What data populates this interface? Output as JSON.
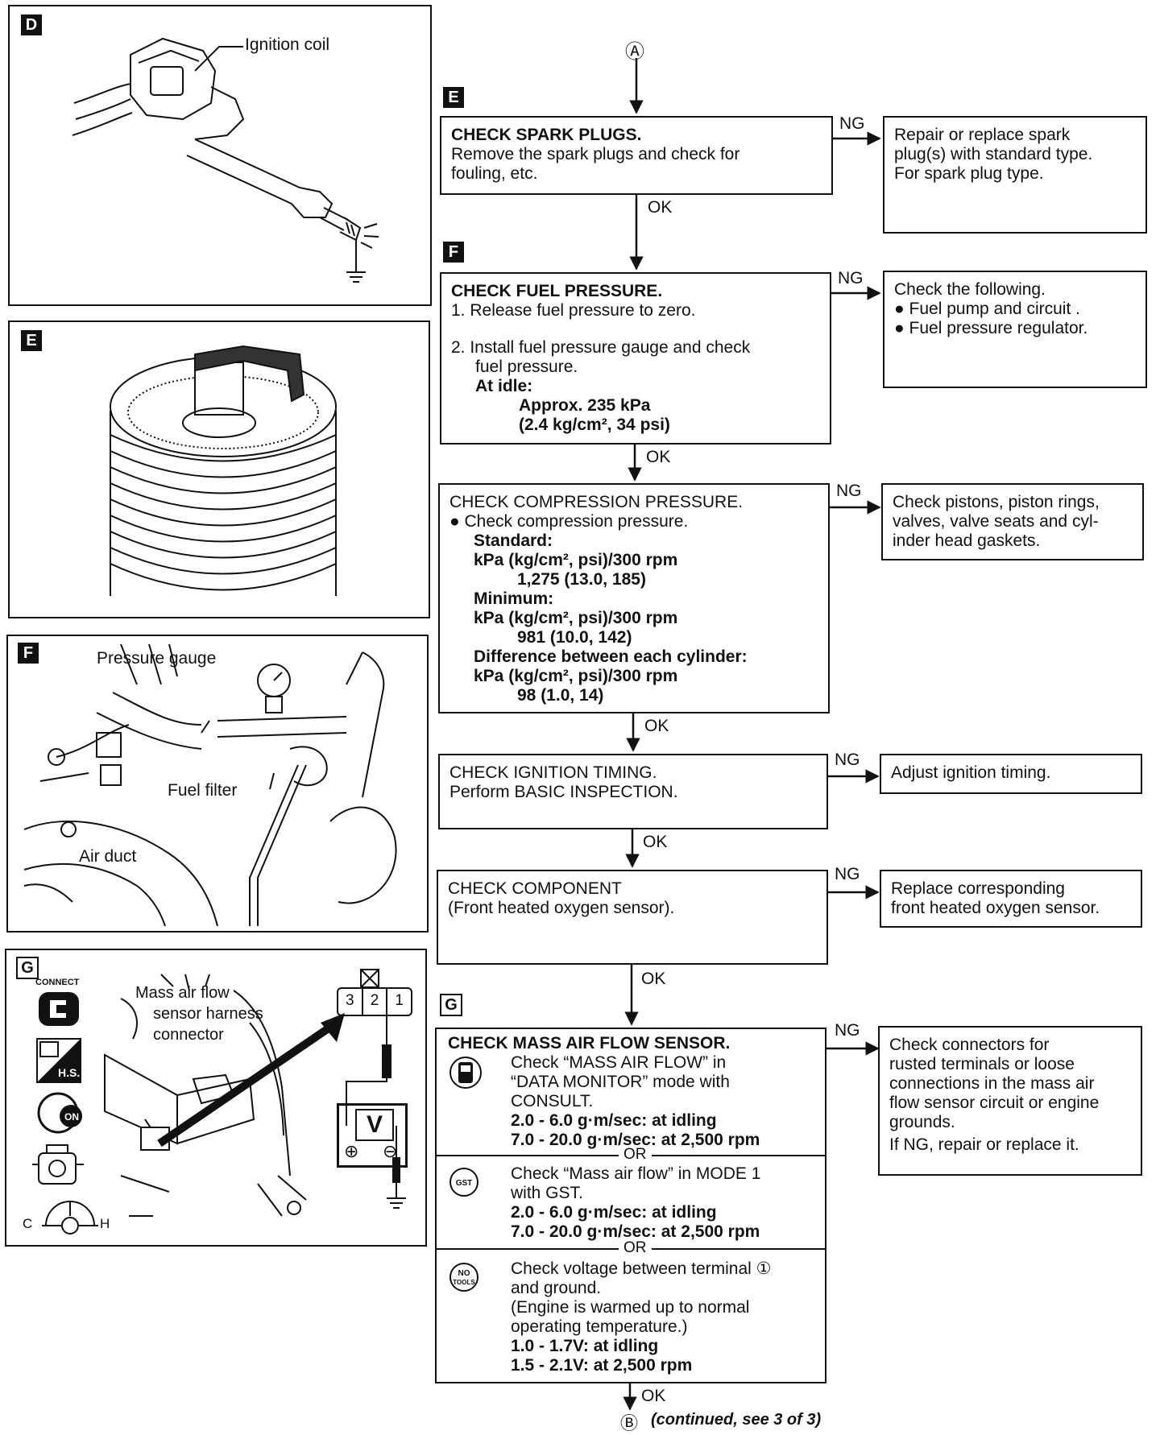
{
  "panels": {
    "d": {
      "tag": "D",
      "label_ignition_coil": "Ignition coil"
    },
    "e": {
      "tag": "E"
    },
    "f": {
      "tag": "F",
      "label_pressure_gauge": "Pressure gauge",
      "label_fuel_filter": "Fuel filter",
      "label_air_duct": "Air duct"
    },
    "g": {
      "tag": "G",
      "label_maf_1": "Mass air flow",
      "label_maf_2": "sensor harness",
      "label_maf_3": "connector",
      "icon_connect": "CONNECT",
      "icon_hs": "H.S.",
      "icon_on": "ON",
      "gauge_c": "C",
      "gauge_h": "H",
      "connector_pins": [
        "3",
        "2",
        "1"
      ],
      "meter": "V",
      "plus": "⊕",
      "minus": "⊖"
    }
  },
  "flow": {
    "start_marker": "Ⓐ",
    "end_marker": "Ⓑ",
    "continued": "(continued, see 3 of 3)",
    "ng": "NG",
    "ok": "OK",
    "or": "OR",
    "step_e": {
      "tag": "E",
      "title": "CHECK SPARK PLUGS.",
      "l1": "Remove the spark plugs and check for",
      "l2": "fouling, etc."
    },
    "ng_e": {
      "l1": "Repair or replace spark",
      "l2": "plug(s) with standard type.",
      "l3": "For spark plug type."
    },
    "step_f": {
      "tag": "F",
      "title": "CHECK FUEL PRESSURE.",
      "l1": "1.  Release fuel pressure to zero.",
      "l2": "2.  Install fuel pressure gauge and check",
      "l3": "fuel pressure.",
      "l4": "At idle:",
      "l5": "Approx. 235 kPa",
      "l6": "(2.4 kg/cm², 34 psi)"
    },
    "ng_f": {
      "l1": "Check the following.",
      "l2": "● Fuel pump and circuit .",
      "l3": "● Fuel pressure regulator."
    },
    "step_c": {
      "title": "CHECK COMPRESSION PRESSURE.",
      "l1": "●  Check compression pressure.",
      "l2": "Standard:",
      "l3": "kPa (kg/cm², psi)/300 rpm",
      "l4": "1,275 (13.0, 185)",
      "l5": "Minimum:",
      "l6": "kPa (kg/cm², psi)/300 rpm",
      "l7": "981 (10.0, 142)",
      "l8": "Difference between each cylinder:",
      "l9": "kPa (kg/cm², psi)/300 rpm",
      "l10": "98 (1.0, 14)"
    },
    "ng_c": {
      "l1": "Check pistons, piston rings,",
      "l2": "valves, valve seats and cyl-",
      "l3": "inder head gaskets."
    },
    "step_i": {
      "title": "CHECK IGNITION TIMING.",
      "l1": "Perform BASIC INSPECTION."
    },
    "ng_i": {
      "l1": "Adjust ignition timing."
    },
    "step_o": {
      "title": "CHECK COMPONENT",
      "l1": "(Front heated oxygen sensor)."
    },
    "ng_o": {
      "l1": "Replace corresponding",
      "l2": "front heated oxygen sensor."
    },
    "step_g": {
      "tag": "G",
      "title": "CHECK MASS AIR FLOW SENSOR.",
      "a1": "Check “MASS AIR FLOW” in",
      "a2": "“DATA MONITOR” mode with",
      "a3": "CONSULT.",
      "a4": "2.0 - 6.0 g·m/sec: at idling",
      "a5": "7.0 - 20.0 g·m/sec: at 2,500 rpm",
      "b1": "Check “Mass air flow” in MODE 1",
      "b2": "with GST.",
      "b3": "2.0 - 6.0 g·m/sec: at idling",
      "b4": "7.0 - 20.0 g·m/sec: at 2,500 rpm",
      "c1": "Check voltage between terminal ①",
      "c2": "and ground.",
      "c3": "(Engine is warmed up to normal",
      "c4": "operating temperature.)",
      "c5": "1.0 - 1.7V: at idling",
      "c6": "1.5 - 2.1V: at 2,500 rpm",
      "icon_gst": "GST",
      "icon_notools_1": "NO",
      "icon_notools_2": "TOOLS"
    },
    "ng_g": {
      "l1": "Check connectors for",
      "l2": "rusted terminals or loose",
      "l3": "connections in the mass air",
      "l4": "flow sensor circuit or engine",
      "l5": "grounds.",
      "l6": "If NG, repair or replace it."
    }
  }
}
